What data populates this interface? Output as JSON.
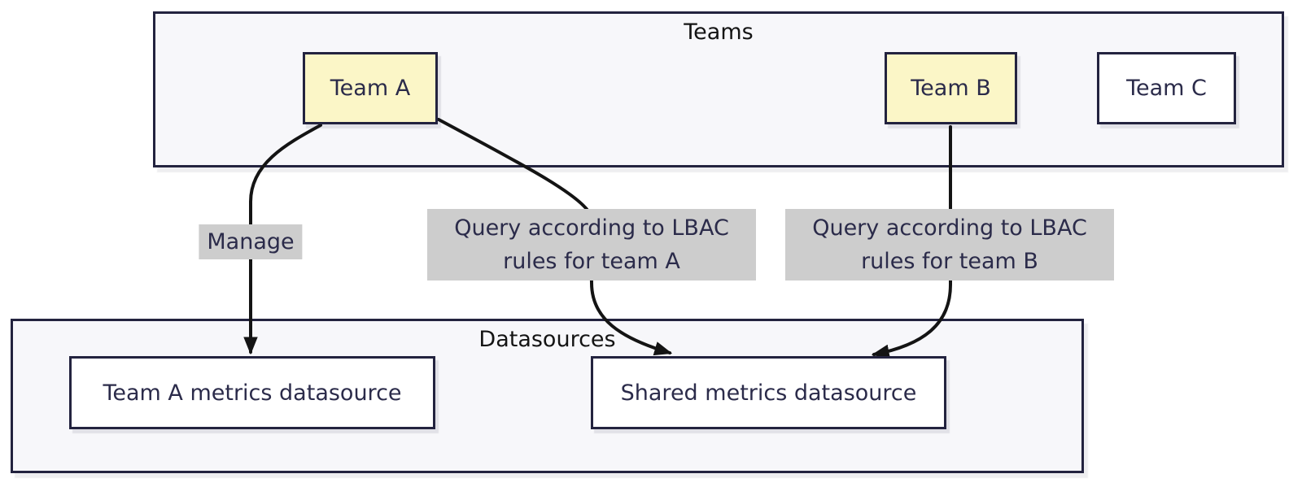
{
  "teams_group": {
    "title": "Teams",
    "nodes": [
      {
        "label": "Team A",
        "style": "yellow"
      },
      {
        "label": "Team B",
        "style": "yellow"
      },
      {
        "label": "Team C",
        "style": "white"
      }
    ]
  },
  "datasources_group": {
    "title": "Datasources",
    "nodes": [
      {
        "label": "Team A metrics datasource",
        "style": "white"
      },
      {
        "label": "Shared metrics datasource",
        "style": "white"
      }
    ]
  },
  "edges": [
    {
      "label": "Manage",
      "from": "Team A",
      "to": "Team A metrics datasource"
    },
    {
      "label": "Query according to LBAC rules for team A",
      "from": "Team A",
      "to": "Shared metrics datasource"
    },
    {
      "label": "Query according to LBAC rules for team B",
      "from": "Team B",
      "to": "Shared metrics datasource"
    }
  ],
  "colors": {
    "group_fill": "#f7f7fa",
    "node_border": "#23233f",
    "node_fill_yellow": "#fbf6c7",
    "node_fill_white": "#ffffff",
    "edge_label_bg": "#cdcdcd",
    "edge_color": "#141414",
    "text_color": "#2b2b4a",
    "title_color": "#141414",
    "page_bg": "#ffffff"
  }
}
